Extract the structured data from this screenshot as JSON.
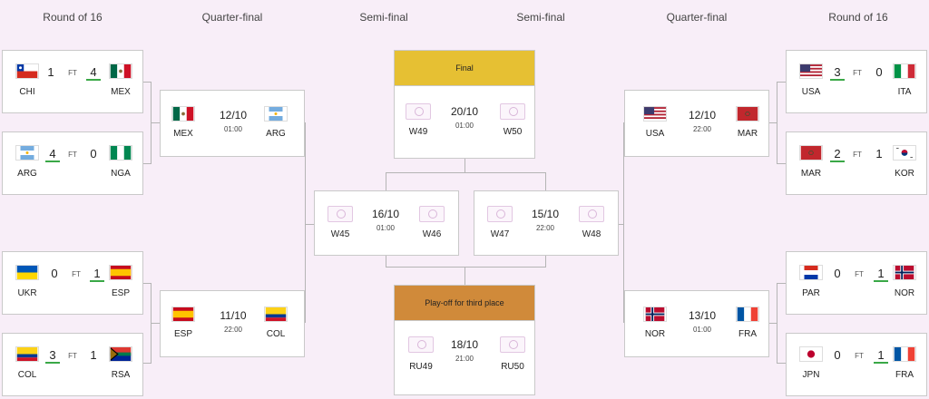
{
  "rounds": {
    "left_r16": "Round of 16",
    "left_qf": "Quarter-final",
    "left_sf": "Semi-final",
    "right_sf": "Semi-final",
    "right_qf": "Quarter-final",
    "right_r16": "Round of 16"
  },
  "ft_label": "FT",
  "r16": [
    {
      "team1": "CHI",
      "score1": "1",
      "team2": "MEX",
      "score2": "4",
      "winner": 2
    },
    {
      "team1": "ARG",
      "score1": "4",
      "team2": "NGA",
      "score2": "0",
      "winner": 1
    },
    {
      "team1": "UKR",
      "score1": "0",
      "team2": "ESP",
      "score2": "1",
      "winner": 2
    },
    {
      "team1": "COL",
      "score1": "3",
      "team2": "RSA",
      "score2": "1",
      "winner": 1
    },
    {
      "team1": "USA",
      "score1": "3",
      "team2": "ITA",
      "score2": "0",
      "winner": 1
    },
    {
      "team1": "MAR",
      "score1": "2",
      "team2": "KOR",
      "score2": "1",
      "winner": 1
    },
    {
      "team1": "PAR",
      "score1": "0",
      "team2": "NOR",
      "score2": "1",
      "winner": 2
    },
    {
      "team1": "JPN",
      "score1": "0",
      "team2": "FRA",
      "score2": "1",
      "winner": 2
    }
  ],
  "qf": [
    {
      "team1": "MEX",
      "team2": "ARG",
      "date": "12/10",
      "time": "01:00"
    },
    {
      "team1": "ESP",
      "team2": "COL",
      "date": "11/10",
      "time": "22:00"
    },
    {
      "team1": "USA",
      "team2": "MAR",
      "date": "12/10",
      "time": "22:00"
    },
    {
      "team1": "NOR",
      "team2": "FRA",
      "date": "13/10",
      "time": "01:00"
    }
  ],
  "sf": [
    {
      "team1": "W45",
      "team2": "W46",
      "date": "16/10",
      "time": "01:00"
    },
    {
      "team1": "W47",
      "team2": "W48",
      "date": "15/10",
      "time": "22:00"
    }
  ],
  "final": {
    "label": "Final",
    "team1": "W49",
    "team2": "W50",
    "date": "20/10",
    "time": "01:00",
    "color": "#e6c033"
  },
  "third": {
    "label": "Play-off for third place",
    "team1": "RU49",
    "team2": "RU50",
    "date": "18/10",
    "time": "21:00",
    "color": "#d08a3a"
  },
  "colors": {
    "win_underline": "#3aa847",
    "background": "#f8eef8"
  }
}
